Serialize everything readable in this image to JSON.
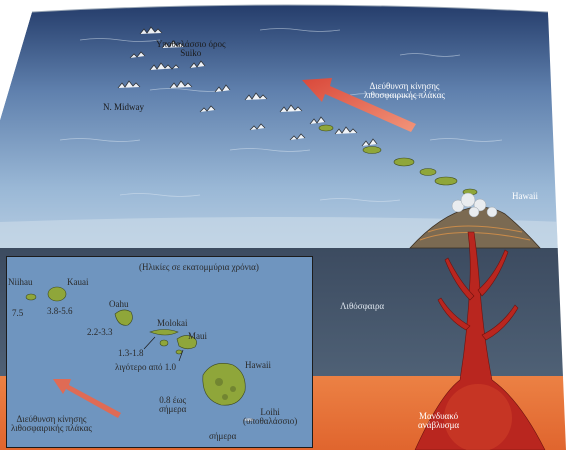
{
  "main_view": {
    "seamount_label_line1": "Υποθαλάσσιο όρος",
    "seamount_label_line2": "Suiko",
    "midway_label": "N. Midway",
    "plate_direction_line1": "Διεύθυνση κίνησης",
    "plate_direction_line2": "λιθοσφαιρικής πλάκας",
    "hawaii_label": "Hawaii",
    "lithosphere_label": "Λιθόσφαιρα",
    "plume_line1": "Μανδυακό",
    "plume_line2": "ανάβλυσμα"
  },
  "inset_map": {
    "heading": "(Ηλικίες σε εκατομμύρια χρόνια)",
    "islands": {
      "niihau": {
        "name": "Niihau",
        "age": "7.5"
      },
      "kauai": {
        "name": "Kauai",
        "age": "3.8-5.6"
      },
      "oahu": {
        "name": "Oahu",
        "age": "2.2-3.3"
      },
      "molokai": {
        "name": "Molokai",
        "age": "1.3-1.8"
      },
      "maui": {
        "name": "Maui",
        "age": "λιγότερο από 1.0"
      },
      "hawaii": {
        "name": "Hawaii",
        "age_line1": "0.8 έως",
        "age_line2": "σήμερα"
      },
      "loihi": {
        "name": "Loihi",
        "note": "(υποθαλάσσιο)",
        "age": "σήμερα"
      }
    },
    "plate_direction_line1": "Διεύθυνση κίνησης",
    "plate_direction_line2": "λιθοσφαιρικής πλάκας"
  },
  "colors": {
    "sky_top": "#27406e",
    "ocean": "#7ea0c2",
    "lithosphere": "#44556a",
    "mantle": "#e8763a",
    "plume": "#b9261f",
    "arrow": "#e36a55",
    "island_green": "#8fa63a"
  }
}
